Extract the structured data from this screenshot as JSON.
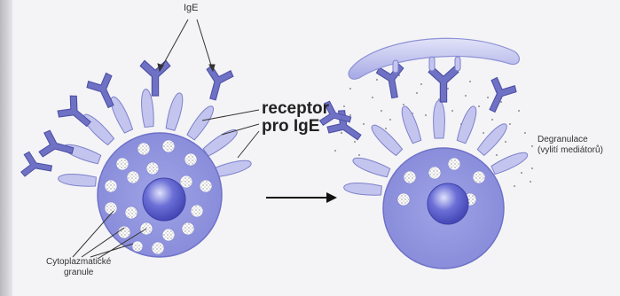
{
  "labels": {
    "ige": "IgE",
    "receptor_line1": "receptor",
    "receptor_line2": "pro IgE",
    "cytoplasmic_line1": "Cytoplazmatické",
    "cytoplasmic_line2": "granule",
    "degranulation_line1": "Degranulace",
    "degranulation_line2": "(vylití mediátorů)"
  },
  "colors": {
    "cell_fill": "#8f93df",
    "nucleus": "#4d51c4",
    "antibody": "#6f72c4",
    "receptor": "#c3c5ef",
    "granule": "#ffffff",
    "allergen": "#c8caf1",
    "background": "#f4f4f6"
  },
  "icons": {
    "arrow": "right-arrow-icon"
  }
}
